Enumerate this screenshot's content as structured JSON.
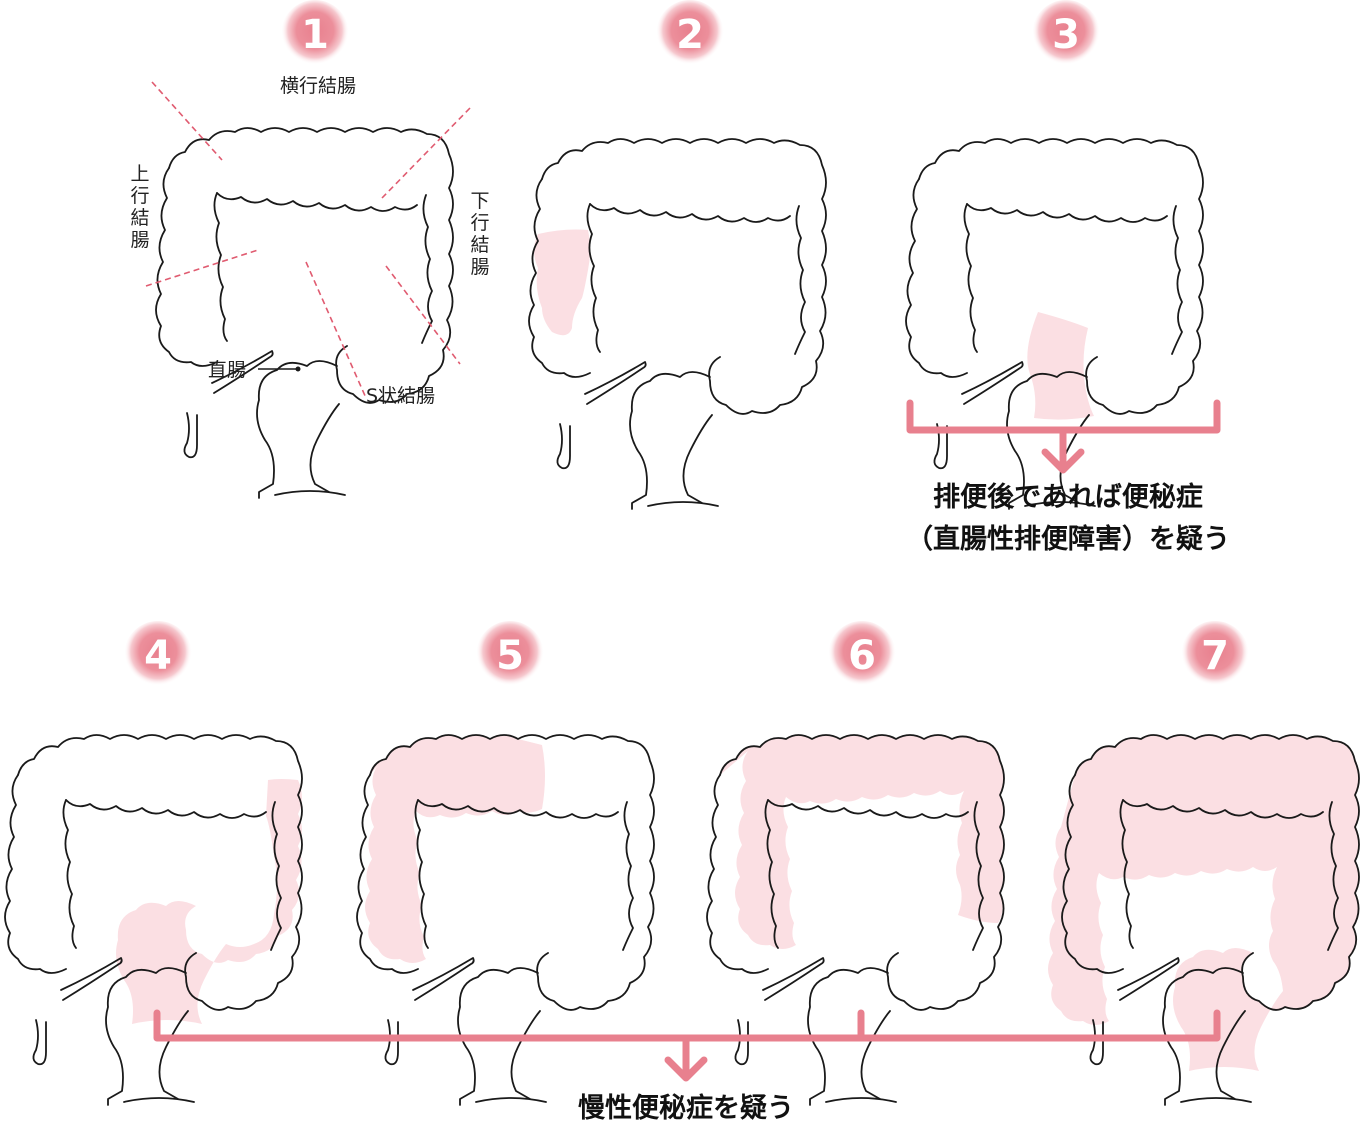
{
  "colors": {
    "accent": "#e8808e",
    "highlight": "#fbdfe3",
    "outline": "#1a1a1a",
    "guide_line": "#e05b70"
  },
  "steps": [
    "1",
    "2",
    "3",
    "4",
    "5",
    "6",
    "7"
  ],
  "anatomy_labels": {
    "transverse": "横行結腸",
    "ascending": [
      "上",
      "行",
      "結",
      "腸"
    ],
    "descending": [
      "下",
      "行",
      "結",
      "腸"
    ],
    "rectum": "直腸",
    "sigmoid": "S状結腸"
  },
  "conclusions": {
    "rectal_line1": "排便後であれば便秘症",
    "rectal_line2": "（直腸性排便障害）を疑う",
    "chronic": "慢性便秘症を疑う"
  }
}
